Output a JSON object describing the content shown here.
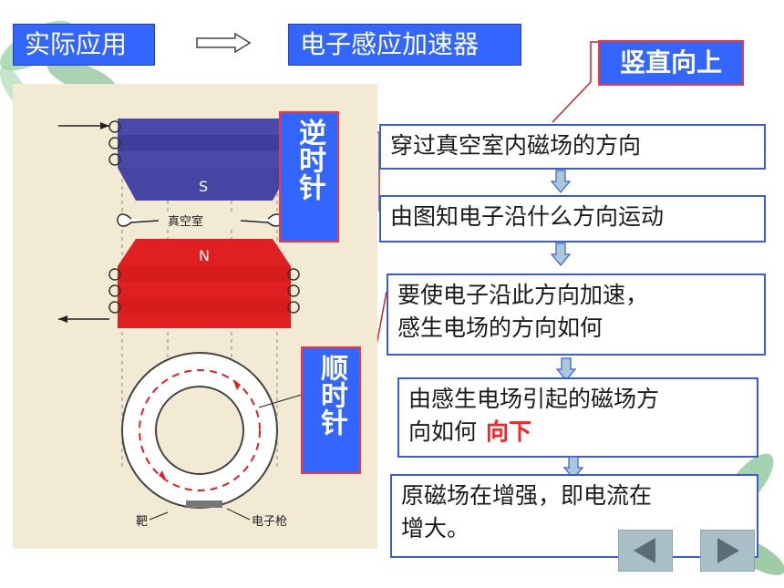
{
  "header": {
    "left_title": "实际应用",
    "right_title": "电子感应加速器"
  },
  "answers": {
    "field_direction": "竖直向上",
    "electron_motion": "逆时针",
    "induced_field": "顺时针",
    "induced_magnetic": "向下"
  },
  "flow": {
    "step1": "穿过真空室内磁场的方向",
    "step2": "由图知电子沿什么方向运动",
    "step3_line1": "要使电子沿此方向加速，",
    "step3_line2": "感生电场的方向如何",
    "step4_line1": "由感生电场引起的磁场方",
    "step4_line2": "向如何",
    "step5_line1": "原磁场在增强，即电流在",
    "step5_line2": "增大。"
  },
  "figure": {
    "pole_top": "S",
    "pole_bottom": "N",
    "vacuum_chamber": "真空室",
    "electron_label": "电",
    "electron_label2": "子",
    "target": "靶",
    "electron_gun": "电子枪"
  },
  "colors": {
    "title_blue": "#3366ff",
    "magnet_top": "#4a4aa8",
    "magnet_bottom": "#e02020",
    "answer_red": "#ff2020"
  },
  "icons": {
    "prev": "triangle-left-icon",
    "next": "triangle-right-icon"
  }
}
